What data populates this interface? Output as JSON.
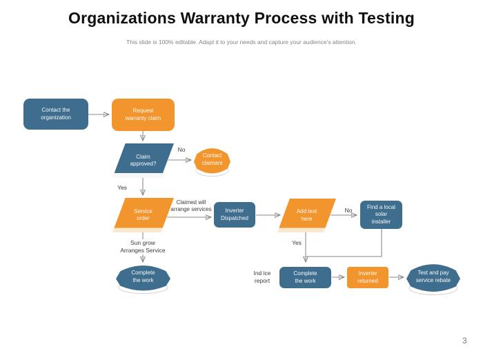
{
  "page": {
    "title": "Organizations Warranty Process with Testing",
    "subtitle": "This slide is 100% editable. Adapt it to your needs and capture your audience's attention.",
    "page_number": "3"
  },
  "colors": {
    "node_blue": "#3E6D8E",
    "node_orange": "#F3952D",
    "connector_gray": "#8A8A8A"
  },
  "flowchart": {
    "nodes": {
      "contact_organization": "Contact the\norganization",
      "request_warranty_claim": "Request\nwarranty claim",
      "claim_approved": "Claim\napproved?",
      "contact_claimant": "Contact\nclaimant",
      "service_order": "Service\norder",
      "inverter_dispatched": "Inverter\nDispatched",
      "complete_work_left": "Complete\nthe work",
      "add_text_here": "Add text\nhere",
      "find_local_installer": "Find a local\nsolar\ninstaller",
      "complete_work_right": "Complete\nthe work",
      "inverter_returned": "Inverter\nreturned",
      "test_pay_rebate": "Test and pay\nservice rebate"
    },
    "labels": {
      "no_left": "No",
      "yes_left": "Yes",
      "claimed_will": "Claimed will\narrange services",
      "sun_grow": "Sun grow\nArranges Service",
      "no_right": "No",
      "yes_right": "Yes",
      "ind_ice": "Ind ice\nreport"
    }
  }
}
